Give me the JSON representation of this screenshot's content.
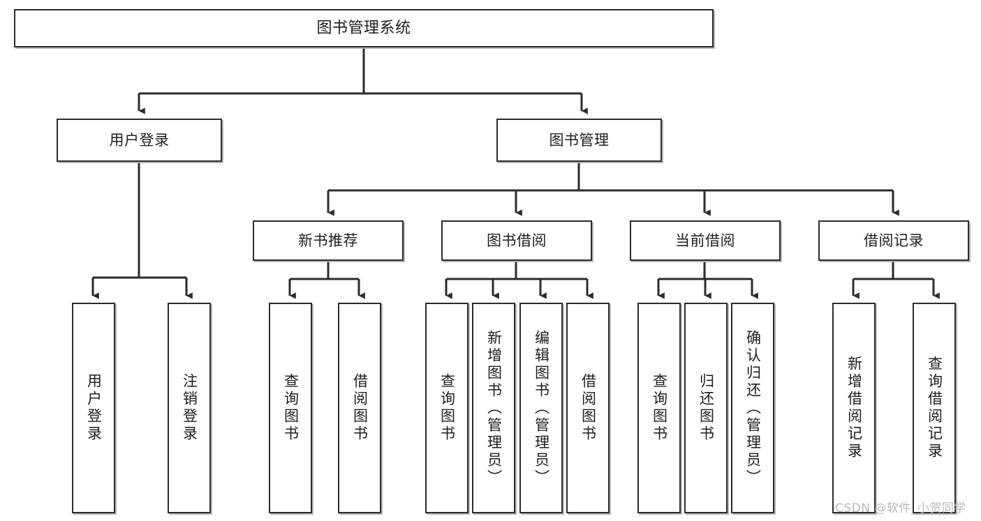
{
  "diagram": {
    "title": "图书管理系统",
    "type": "functional-structure-tree",
    "watermark": "CSDN @软件_小贺同学",
    "colors": {
      "box_border": "#2b2b2b",
      "box_fill": "#ffffff",
      "edge": "#2b2b2b",
      "text": "#1d1d1d",
      "watermark": "#b9b9b9"
    },
    "root": {
      "label": "图书管理系统"
    },
    "level2": [
      {
        "label": "用户登录"
      },
      {
        "label": "图书管理"
      }
    ],
    "level3": [
      {
        "label": "新书推荐"
      },
      {
        "label": "图书借阅"
      },
      {
        "label": "当前借阅"
      },
      {
        "label": "借阅记录"
      }
    ],
    "leaves": {
      "user_login": [
        {
          "label": "用户登录"
        },
        {
          "label": "注销登录"
        }
      ],
      "new_book_recommend": [
        {
          "label": "查询图书"
        },
        {
          "label": "借阅图书"
        }
      ],
      "book_borrow": [
        {
          "label": "查询图书"
        },
        {
          "label": "新增图书（管理员）"
        },
        {
          "label": "编辑图书（管理员）"
        },
        {
          "label": "借阅图书"
        }
      ],
      "current_borrow": [
        {
          "label": "查询图书"
        },
        {
          "label": "归还图书"
        },
        {
          "label": "确认归还（管理员）"
        }
      ],
      "borrow_record": [
        {
          "label": "新增借阅记录"
        },
        {
          "label": "查询借阅记录"
        }
      ]
    }
  }
}
